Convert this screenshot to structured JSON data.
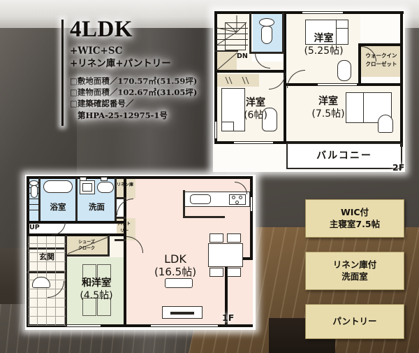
{
  "headline": {
    "title": "4LDK",
    "subtitle_line1": "+WIC+SC",
    "subtitle_line2": "+リネン庫+パントリー",
    "specs": [
      "□敷地面積／170.57㎡(51.59坪)",
      "□建物面積／102.67㎡(31.05坪)",
      "□建築確認番号／"
    ],
    "spec_continuation": "第HPA-25-12975-1号"
  },
  "floor2": {
    "tag": "2F",
    "rooms": [
      {
        "name": "洋室",
        "size": "(5.25帖)"
      },
      {
        "name": "洋室",
        "size": "(7.5帖)"
      },
      {
        "name": "洋室",
        "size": "(6帖)"
      }
    ],
    "wic_line1": "ウォークイン",
    "wic_line2": "クローゼット",
    "balcony": "バルコニー",
    "stair_label": "DN"
  },
  "floor1": {
    "tag": "1F",
    "ldk_name": "LDK",
    "ldk_size": "(16.5帖)",
    "washitsu_name": "和洋室",
    "washitsu_size": "(4.5帖)",
    "bath": "浴室",
    "washroom": "洗面",
    "entrance": "玄関",
    "shoe_closet_line1": "シューズ",
    "shoe_closet_line2": "クローク",
    "linen_closet": "リネン庫",
    "pantry_line1": "パント",
    "pantry_line2": "リー",
    "stair_label": "UP"
  },
  "feature_chips": [
    {
      "line1": "WIC付",
      "line2": "主寝室7.5帖"
    },
    {
      "line1": "リネン庫付",
      "line2": "洗面室"
    },
    {
      "line1": "パントリー",
      "line2": ""
    }
  ],
  "colors": {
    "chip_bg": "#e8dcad",
    "chip_border": "#a5925c",
    "ldk_fill": "#fbe7de",
    "room_fill": "#fbf6ec",
    "water_fill": "#cfe6f5",
    "wic_fill": "#e8dec4",
    "washitsu_fill": "#e4ecd6",
    "ink": "#13110e"
  }
}
